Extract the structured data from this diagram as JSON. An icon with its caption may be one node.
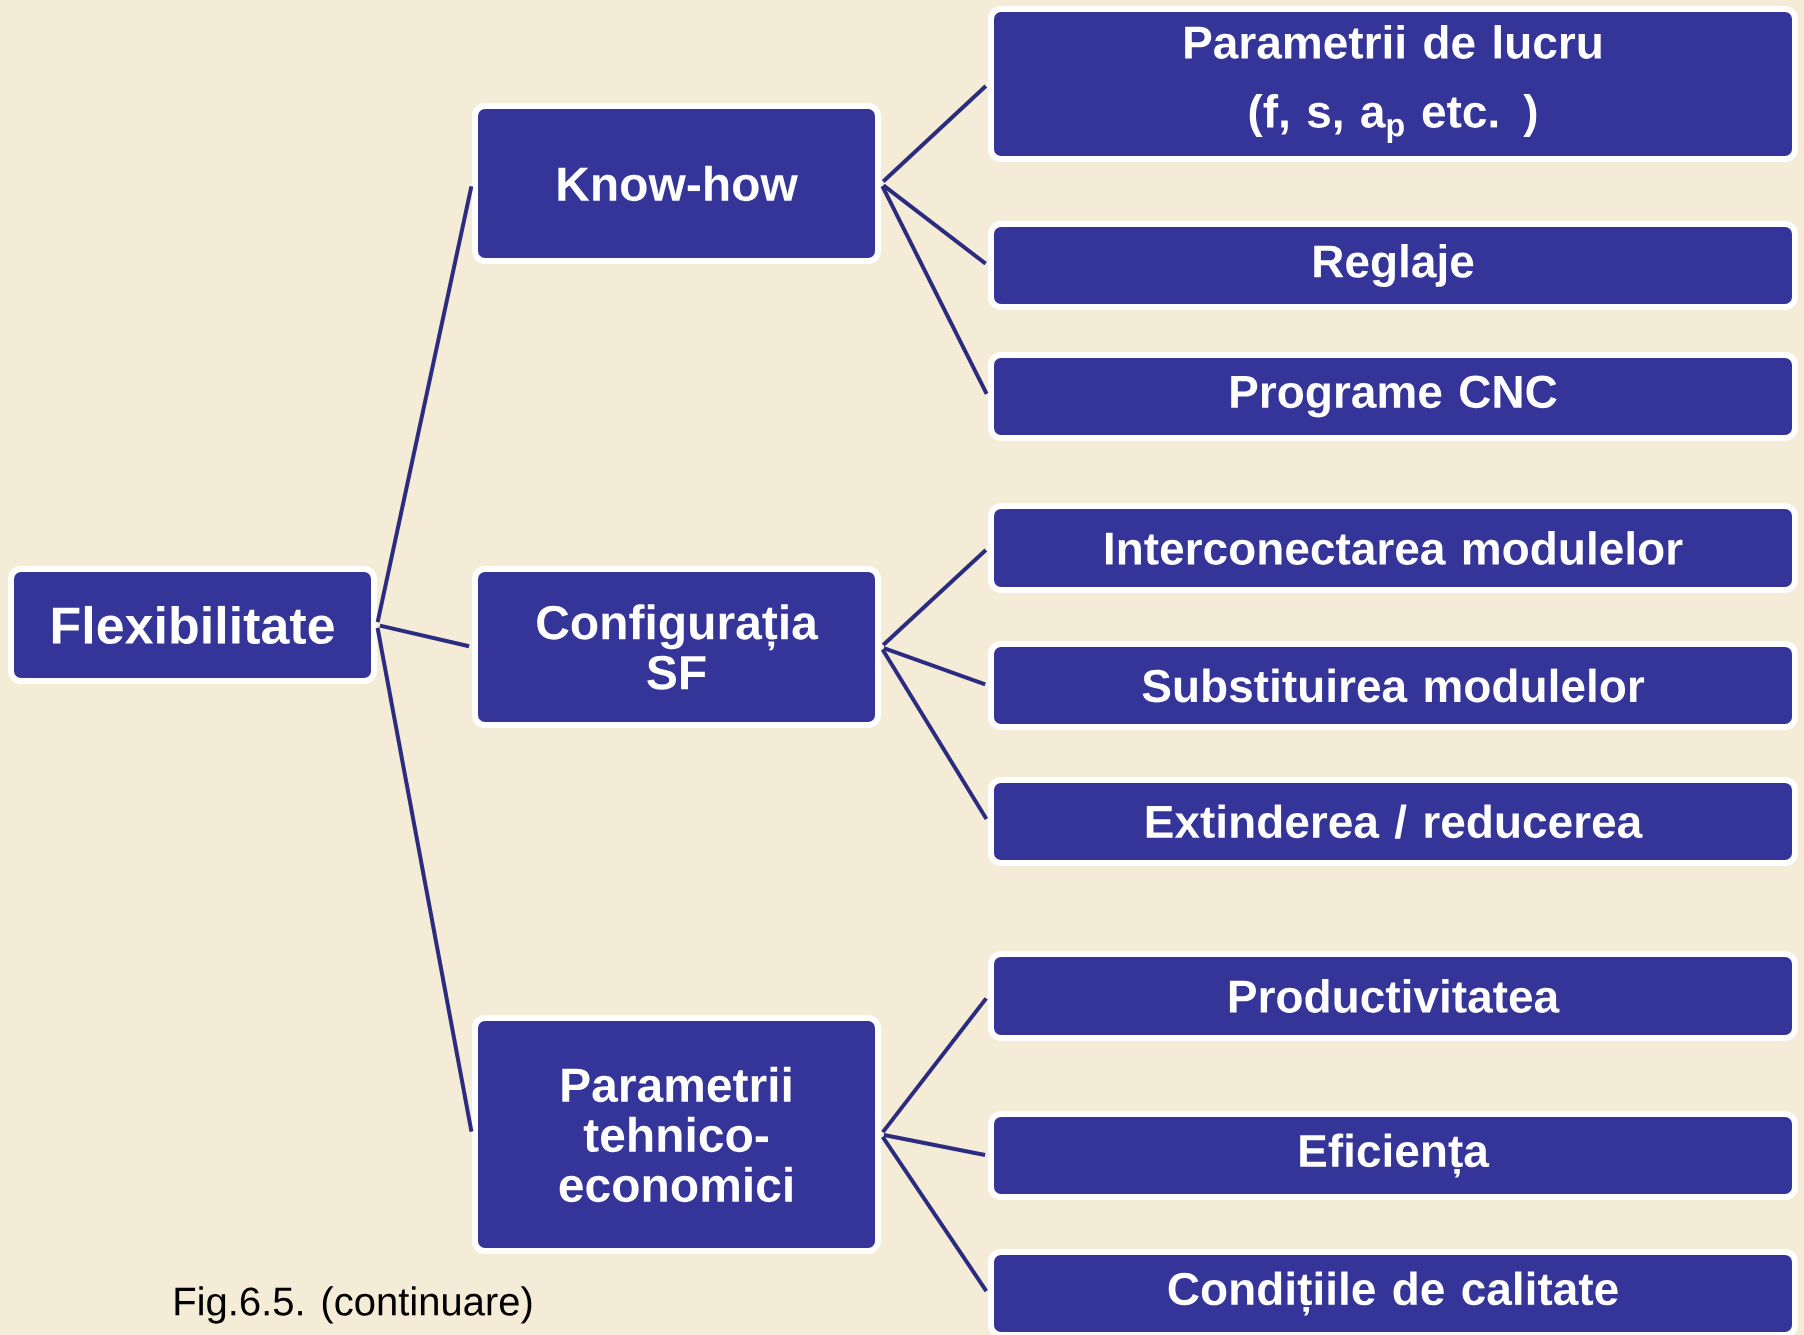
{
  "diagram": {
    "caption": "Fig.6.5. (continuare)",
    "nodes": [
      {
        "text": [
          "Flexibilitate"
        ]
      },
      {
        "text": [
          "Know-how"
        ]
      },
      {
        "text": [
          "Configurația SF"
        ]
      },
      {
        "text": [
          "Parametrii tehnico-economici"
        ]
      },
      {
        "text": [
          "Parametrii de lucru (f, s, a$_{p}$ etc. )"
        ]
      },
      {
        "text": [
          "Reglaje"
        ]
      },
      {
        "text": [
          "Programe CNC"
        ]
      },
      {
        "text": [
          "Interconectarea modulelor"
        ]
      },
      {
        "text": [
          "Substituirea modulelor"
        ]
      },
      {
        "text": [
          "Extinderea / reducerea"
        ]
      },
      {
        "text": [
          "Productivitatea"
        ]
      },
      {
        "text": [
          "Eficiența"
        ]
      },
      {
        "text": [
          "Condițiile de calitate"
        ]
      }
    ],
    "edges": [
      {
        "from": 0,
        "to": 1,
        "arrow": "none"
      },
      {
        "from": 0,
        "to": 2,
        "arrow": "none"
      },
      {
        "from": 0,
        "to": 3,
        "arrow": "none"
      },
      {
        "from": 1,
        "to": 4,
        "arrow": "none"
      },
      {
        "from": 1,
        "to": 5,
        "arrow": "none"
      },
      {
        "from": 1,
        "to": 6,
        "arrow": "none"
      },
      {
        "from": 2,
        "to": 7,
        "arrow": "none"
      },
      {
        "from": 2,
        "to": 8,
        "arrow": "none"
      },
      {
        "from": 2,
        "to": 9,
        "arrow": "none"
      },
      {
        "from": 3,
        "to": 10,
        "arrow": "none"
      },
      {
        "from": 3,
        "to": 11,
        "arrow": "none"
      },
      {
        "from": 3,
        "to": 12,
        "arrow": "none"
      }
    ]
  }
}
